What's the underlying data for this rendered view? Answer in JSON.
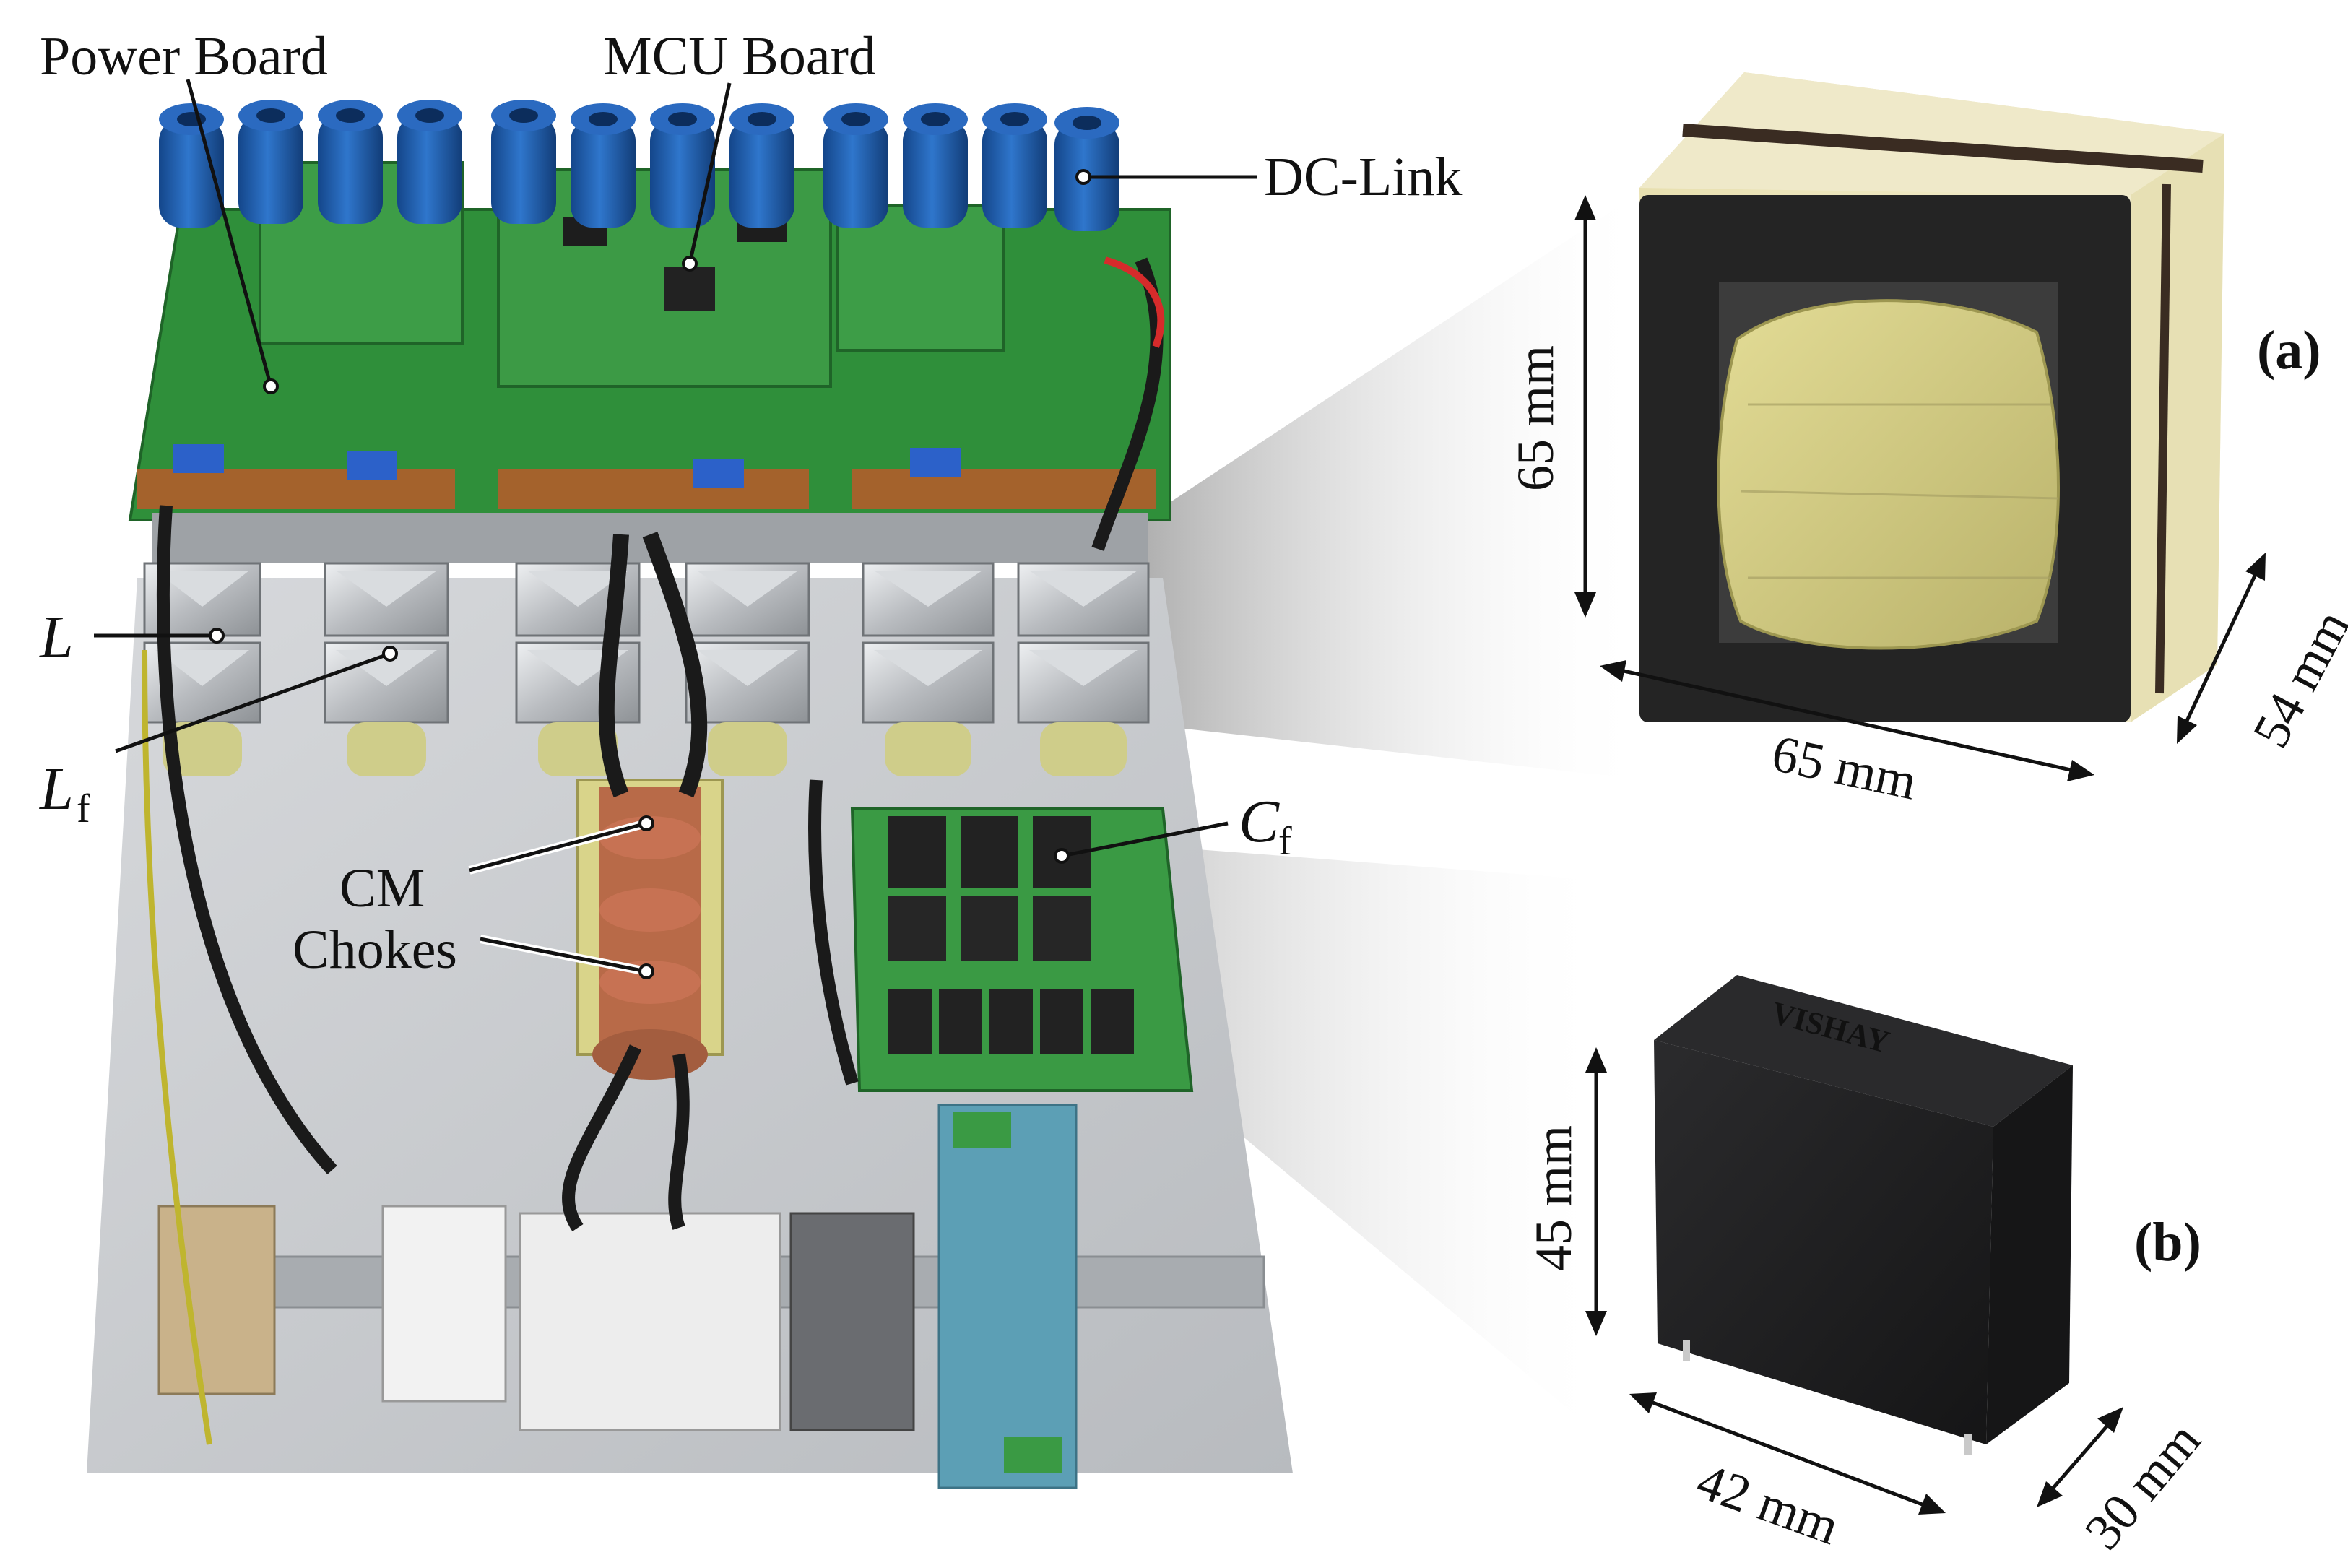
{
  "labels": {
    "power_board": "Power Board",
    "mcu_board": "MCU Board",
    "dc_link": "DC-Link",
    "inductor_L": "L",
    "inductor_Lf_main": "L",
    "inductor_Lf_sub": "f",
    "cm_line1": "CM",
    "cm_line2": "Chokes",
    "cf_main": "C",
    "cf_sub": "f"
  },
  "panel_a": {
    "tag": "(a)",
    "height": "65 mm",
    "width": "65 mm",
    "depth": "54 mm"
  },
  "panel_b": {
    "tag": "(b)",
    "brand": "VISHAY",
    "height": "45 mm",
    "width": "42 mm",
    "depth": "30 mm"
  },
  "colors": {
    "pcb_green": "#2f8f3a",
    "capacitor_blue": "#1f5fb0",
    "ferrite_black": "#1e1e1e",
    "tape_yellow": "#d9d48a",
    "metal_gray": "#c7c9cc"
  }
}
